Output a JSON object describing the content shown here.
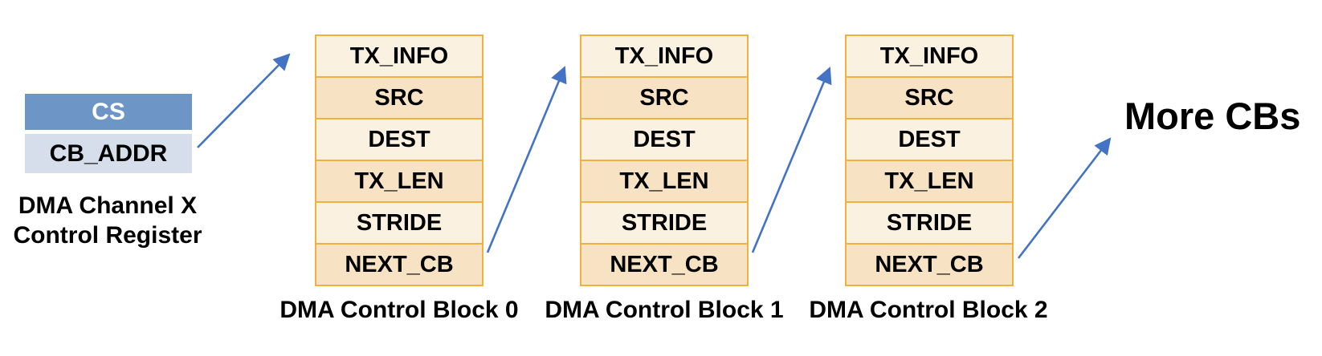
{
  "register": {
    "cs_label": "CS",
    "cb_addr_label": "CB_ADDR",
    "caption_line1": "DMA Channel X",
    "caption_line2": "Control Register"
  },
  "blocks": [
    {
      "caption": "DMA Control Block 0",
      "rows": [
        "TX_INFO",
        "SRC",
        "DEST",
        "TX_LEN",
        "STRIDE",
        "NEXT_CB"
      ]
    },
    {
      "caption": "DMA Control Block 1",
      "rows": [
        "TX_INFO",
        "SRC",
        "DEST",
        "TX_LEN",
        "STRIDE",
        "NEXT_CB"
      ]
    },
    {
      "caption": "DMA Control Block 2",
      "rows": [
        "TX_INFO",
        "SRC",
        "DEST",
        "TX_LEN",
        "STRIDE",
        "NEXT_CB"
      ]
    }
  ],
  "more_cbs_label": "More CBs",
  "arrows": [
    {
      "name": "arrow-cbaddr-to-block0",
      "from": "CB_ADDR",
      "to": "DMA Control Block 0"
    },
    {
      "name": "arrow-block0-to-block1",
      "from": "NEXT_CB (block 0)",
      "to": "DMA Control Block 1"
    },
    {
      "name": "arrow-block1-to-block2",
      "from": "NEXT_CB (block 1)",
      "to": "DMA Control Block 2"
    },
    {
      "name": "arrow-block2-to-morecbs",
      "from": "NEXT_CB (block 2)",
      "to": "More CBs"
    }
  ],
  "colors": {
    "blue_box": "#6D96C7",
    "lightblue_box": "#D6DEEC",
    "row_light": "#FBF1E1",
    "row_dark": "#F7E3C4",
    "gold": "#EFB23E",
    "arrow": "#4472C4",
    "text": "#000000"
  }
}
